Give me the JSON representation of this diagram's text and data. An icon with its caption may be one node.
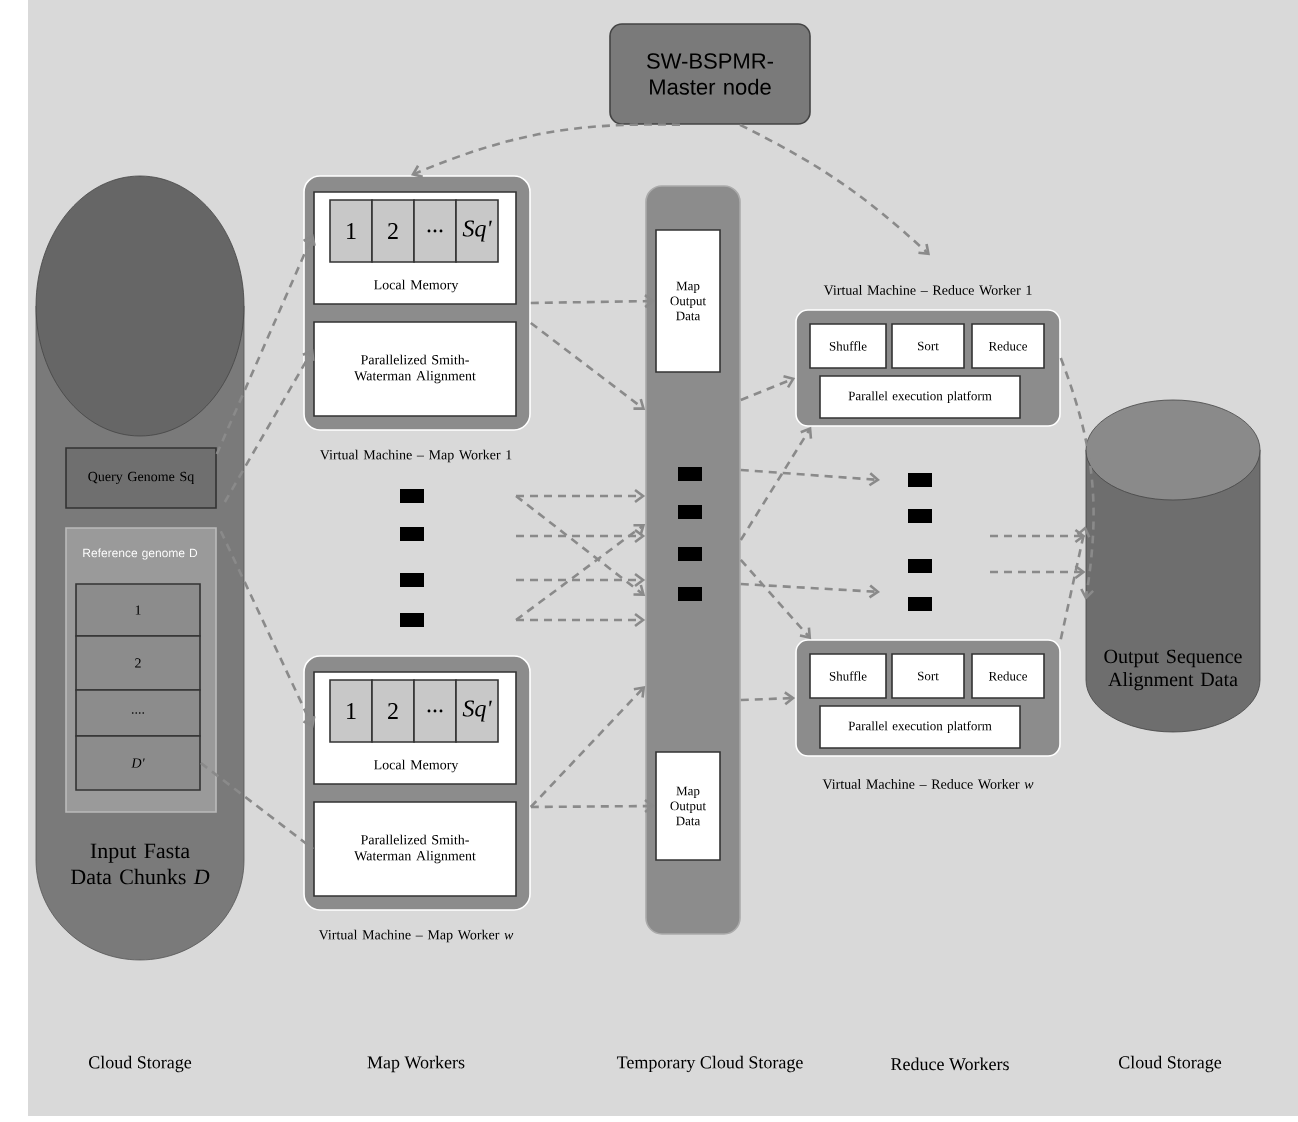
{
  "diagram": {
    "nodes": [
      {
        "text": [
          "SW-BSPMR-Master node"
        ]
      },
      {
        "text": [
          "Input Fasta Data Chunks *D*"
        ]
      },
      {
        "text": [
          "Query Genome Sq"
        ],
        "in": 1
      },
      {
        "text": [
          "Reference genome D"
        ],
        "in": 1
      },
      {
        "text": [
          "1"
        ],
        "in": 3
      },
      {
        "text": [
          "2"
        ],
        "in": 3
      },
      {
        "text": [
          "...."
        ],
        "in": 3
      },
      {
        "text": [
          "D'"
        ],
        "in": 3
      },
      {
        "text": [
          "Virtual Machine – Map Worker 1"
        ]
      },
      {
        "text": [
          "Local Memory"
        ],
        "in": 8
      },
      {
        "text": [
          "1"
        ],
        "in": 9
      },
      {
        "text": [
          "2"
        ],
        "in": 9
      },
      {
        "text": [
          "..."
        ],
        "in": 9
      },
      {
        "text": [
          "Sq'"
        ],
        "in": 9
      },
      {
        "text": [
          "Parallelized Smith-Waterman Alignment"
        ],
        "in": 8
      },
      {
        "text": [
          "Virtual Machine – Map Worker *w*"
        ]
      },
      {
        "text": [
          "Local Memory"
        ],
        "in": 15
      },
      {
        "text": [
          "1"
        ],
        "in": 16
      },
      {
        "text": [
          "2"
        ],
        "in": 16
      },
      {
        "text": [
          "..."
        ],
        "in": 16
      },
      {
        "text": [
          "Sq'"
        ],
        "in": 16
      },
      {
        "text": [
          "Parallelized Smith-Waterman Alignment"
        ],
        "in": 15
      },
      {
        "text": [],
        "shape": "bar"
      },
      {
        "text": [
          "Map Output Data"
        ],
        "in": 22
      },
      {
        "text": [
          "Map Output Data"
        ],
        "in": 22
      },
      {
        "text": [
          "Virtual Machine – Reduce Worker 1"
        ]
      },
      {
        "text": [
          "Shuffle"
        ],
        "in": 25
      },
      {
        "text": [
          "Sort"
        ],
        "in": 25
      },
      {
        "text": [
          "Reduce"
        ],
        "in": 25
      },
      {
        "text": [
          "Parallel execution platform"
        ],
        "in": 25
      },
      {
        "text": [
          "Virtual Machine – Reduce Worker *w*"
        ]
      },
      {
        "text": [
          "Shuffle"
        ],
        "in": 30
      },
      {
        "text": [
          "Sort"
        ],
        "in": 30
      },
      {
        "text": [
          "Reduce"
        ],
        "in": 30
      },
      {
        "text": [
          "Parallel execution platform"
        ],
        "in": 30
      },
      {
        "text": [
          "Output Sequence Alignment Data"
        ]
      }
    ],
    "edges": [
      {
        "from": 0,
        "to": 8,
        "arrow": "to"
      },
      {
        "from": 0,
        "to": 25,
        "arrow": "to"
      },
      {
        "from": 2,
        "to": 9,
        "arrow": "to"
      },
      {
        "from": 2,
        "to": 14,
        "arrow": "to"
      },
      {
        "from": 3,
        "to": 16,
        "arrow": "to"
      },
      {
        "from": 7,
        "to": 21,
        "arrow": "none"
      },
      {
        "from": 8,
        "to": 23,
        "arrow": "to"
      },
      {
        "from": 8,
        "to": 22,
        "arrow": "to"
      },
      {
        "from": null,
        "to": 22,
        "arrow": "to"
      },
      {
        "from": null,
        "to": 22,
        "arrow": "to"
      },
      {
        "from": null,
        "to": 22,
        "arrow": "to"
      },
      {
        "from": null,
        "to": 22,
        "arrow": "to"
      },
      {
        "from": null,
        "to": 22,
        "arrow": "to"
      },
      {
        "from": null,
        "to": 22,
        "arrow": "to"
      },
      {
        "from": 15,
        "to": 24,
        "arrow": "to"
      },
      {
        "from": 15,
        "to": 22,
        "arrow": "to"
      },
      {
        "from": 22,
        "to": 25,
        "arrow": "to"
      },
      {
        "from": 22,
        "to": 25,
        "arrow": "to"
      },
      {
        "from": 22,
        "to": null,
        "arrow": "to"
      },
      {
        "from": 22,
        "to": null,
        "arrow": "to"
      },
      {
        "from": 22,
        "to": 30,
        "arrow": "to"
      },
      {
        "from": 22,
        "to": 30,
        "arrow": "to"
      },
      {
        "from": 25,
        "to": 35,
        "arrow": "to"
      },
      {
        "from": 30,
        "to": 35,
        "arrow": "to"
      },
      {
        "from": null,
        "to": 35,
        "arrow": "to"
      },
      {
        "from": null,
        "to": 35,
        "arrow": "to"
      }
    ],
    "labels": [
      "Cloud Storage",
      "Map Workers",
      "Temporary Cloud Storage",
      "Reduce Workers",
      "Cloud Storage"
    ]
  }
}
